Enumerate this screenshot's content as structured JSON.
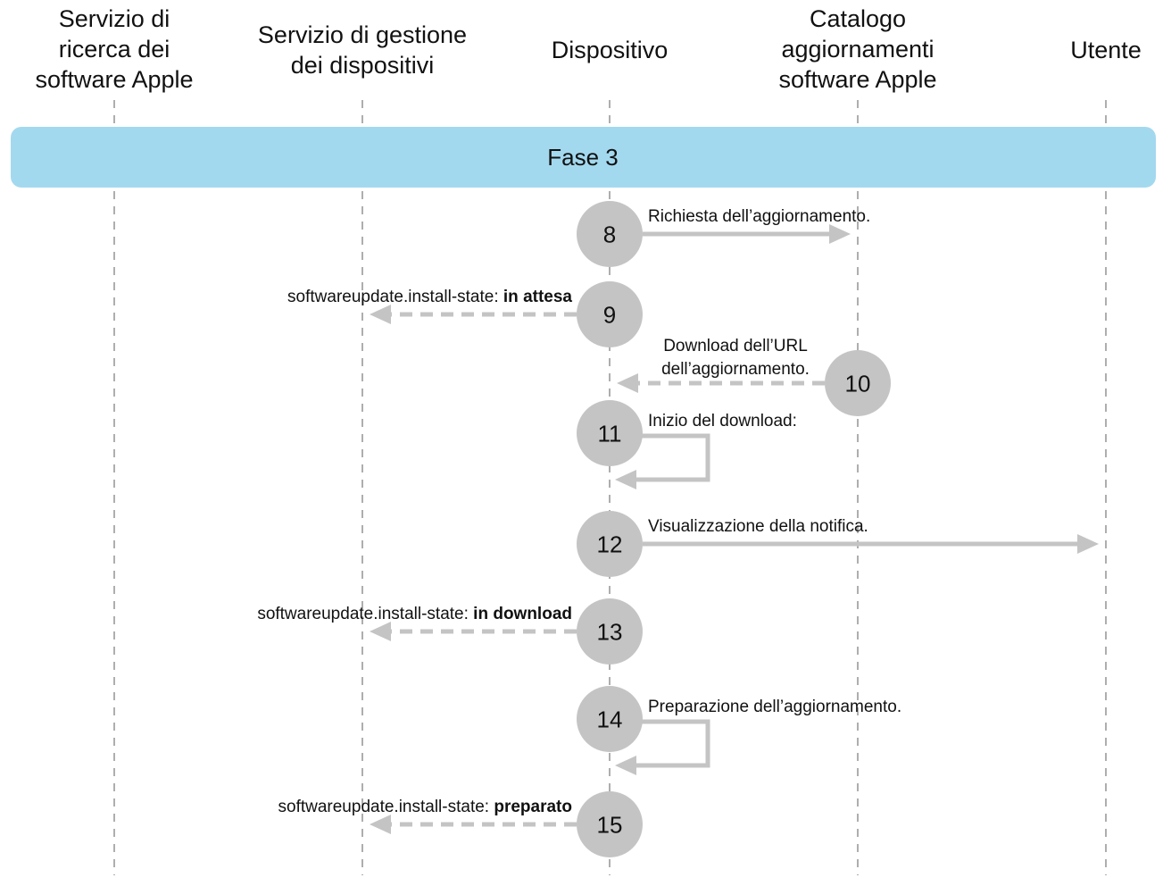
{
  "lanes": [
    {
      "id": "lookup",
      "title_lines": [
        "Servizio di",
        "ricerca dei",
        "software Apple"
      ]
    },
    {
      "id": "mdm",
      "title_lines": [
        "Servizio di gestione",
        "dei dispositivi"
      ]
    },
    {
      "id": "device",
      "title_lines": [
        "Dispositivo"
      ]
    },
    {
      "id": "catalog",
      "title_lines": [
        "Catalogo",
        "aggiornamenti",
        "software Apple"
      ]
    },
    {
      "id": "user",
      "title_lines": [
        "Utente"
      ]
    }
  ],
  "phase": {
    "label": "Fase 3"
  },
  "steps": [
    {
      "number": "8",
      "lane": "device",
      "kind": "send",
      "target": "catalog",
      "dashed": false,
      "label_lines": [
        {
          "plain": "Richiesta dell’aggiornamento.",
          "bold": ""
        }
      ]
    },
    {
      "number": "9",
      "lane": "device",
      "kind": "send",
      "target": "mdm",
      "dashed": true,
      "label_lines": [
        {
          "plain": "softwareupdate.install-state: ",
          "bold": "in attesa"
        }
      ]
    },
    {
      "number": "10",
      "lane": "catalog",
      "kind": "send",
      "target": "device",
      "dashed": true,
      "label_lines": [
        {
          "plain": "Download dell’URL",
          "bold": ""
        },
        {
          "plain": "dell’aggiornamento.",
          "bold": ""
        }
      ]
    },
    {
      "number": "11",
      "lane": "device",
      "kind": "self",
      "dashed": false,
      "label_lines": [
        {
          "plain": "Inizio del download:",
          "bold": ""
        }
      ]
    },
    {
      "number": "12",
      "lane": "device",
      "kind": "send",
      "target": "user",
      "dashed": false,
      "label_lines": [
        {
          "plain": "Visualizzazione della notifica.",
          "bold": ""
        }
      ]
    },
    {
      "number": "13",
      "lane": "device",
      "kind": "send",
      "target": "mdm",
      "dashed": true,
      "label_lines": [
        {
          "plain": "softwareupdate.install-state: ",
          "bold": "in download"
        }
      ]
    },
    {
      "number": "14",
      "lane": "device",
      "kind": "self",
      "dashed": false,
      "label_lines": [
        {
          "plain": "Preparazione dell’aggiornamento.",
          "bold": ""
        }
      ]
    },
    {
      "number": "15",
      "lane": "device",
      "kind": "send",
      "target": "mdm",
      "dashed": true,
      "label_lines": [
        {
          "plain": "softwareupdate.install-state: ",
          "bold": "preparato"
        }
      ]
    }
  ],
  "colors": {
    "phase_band": "#a3d9ef",
    "step_circle": "#c4c4c4",
    "arrow": "#c4c4c4",
    "lifeline": "#9a9a9a",
    "text": "#111111"
  }
}
